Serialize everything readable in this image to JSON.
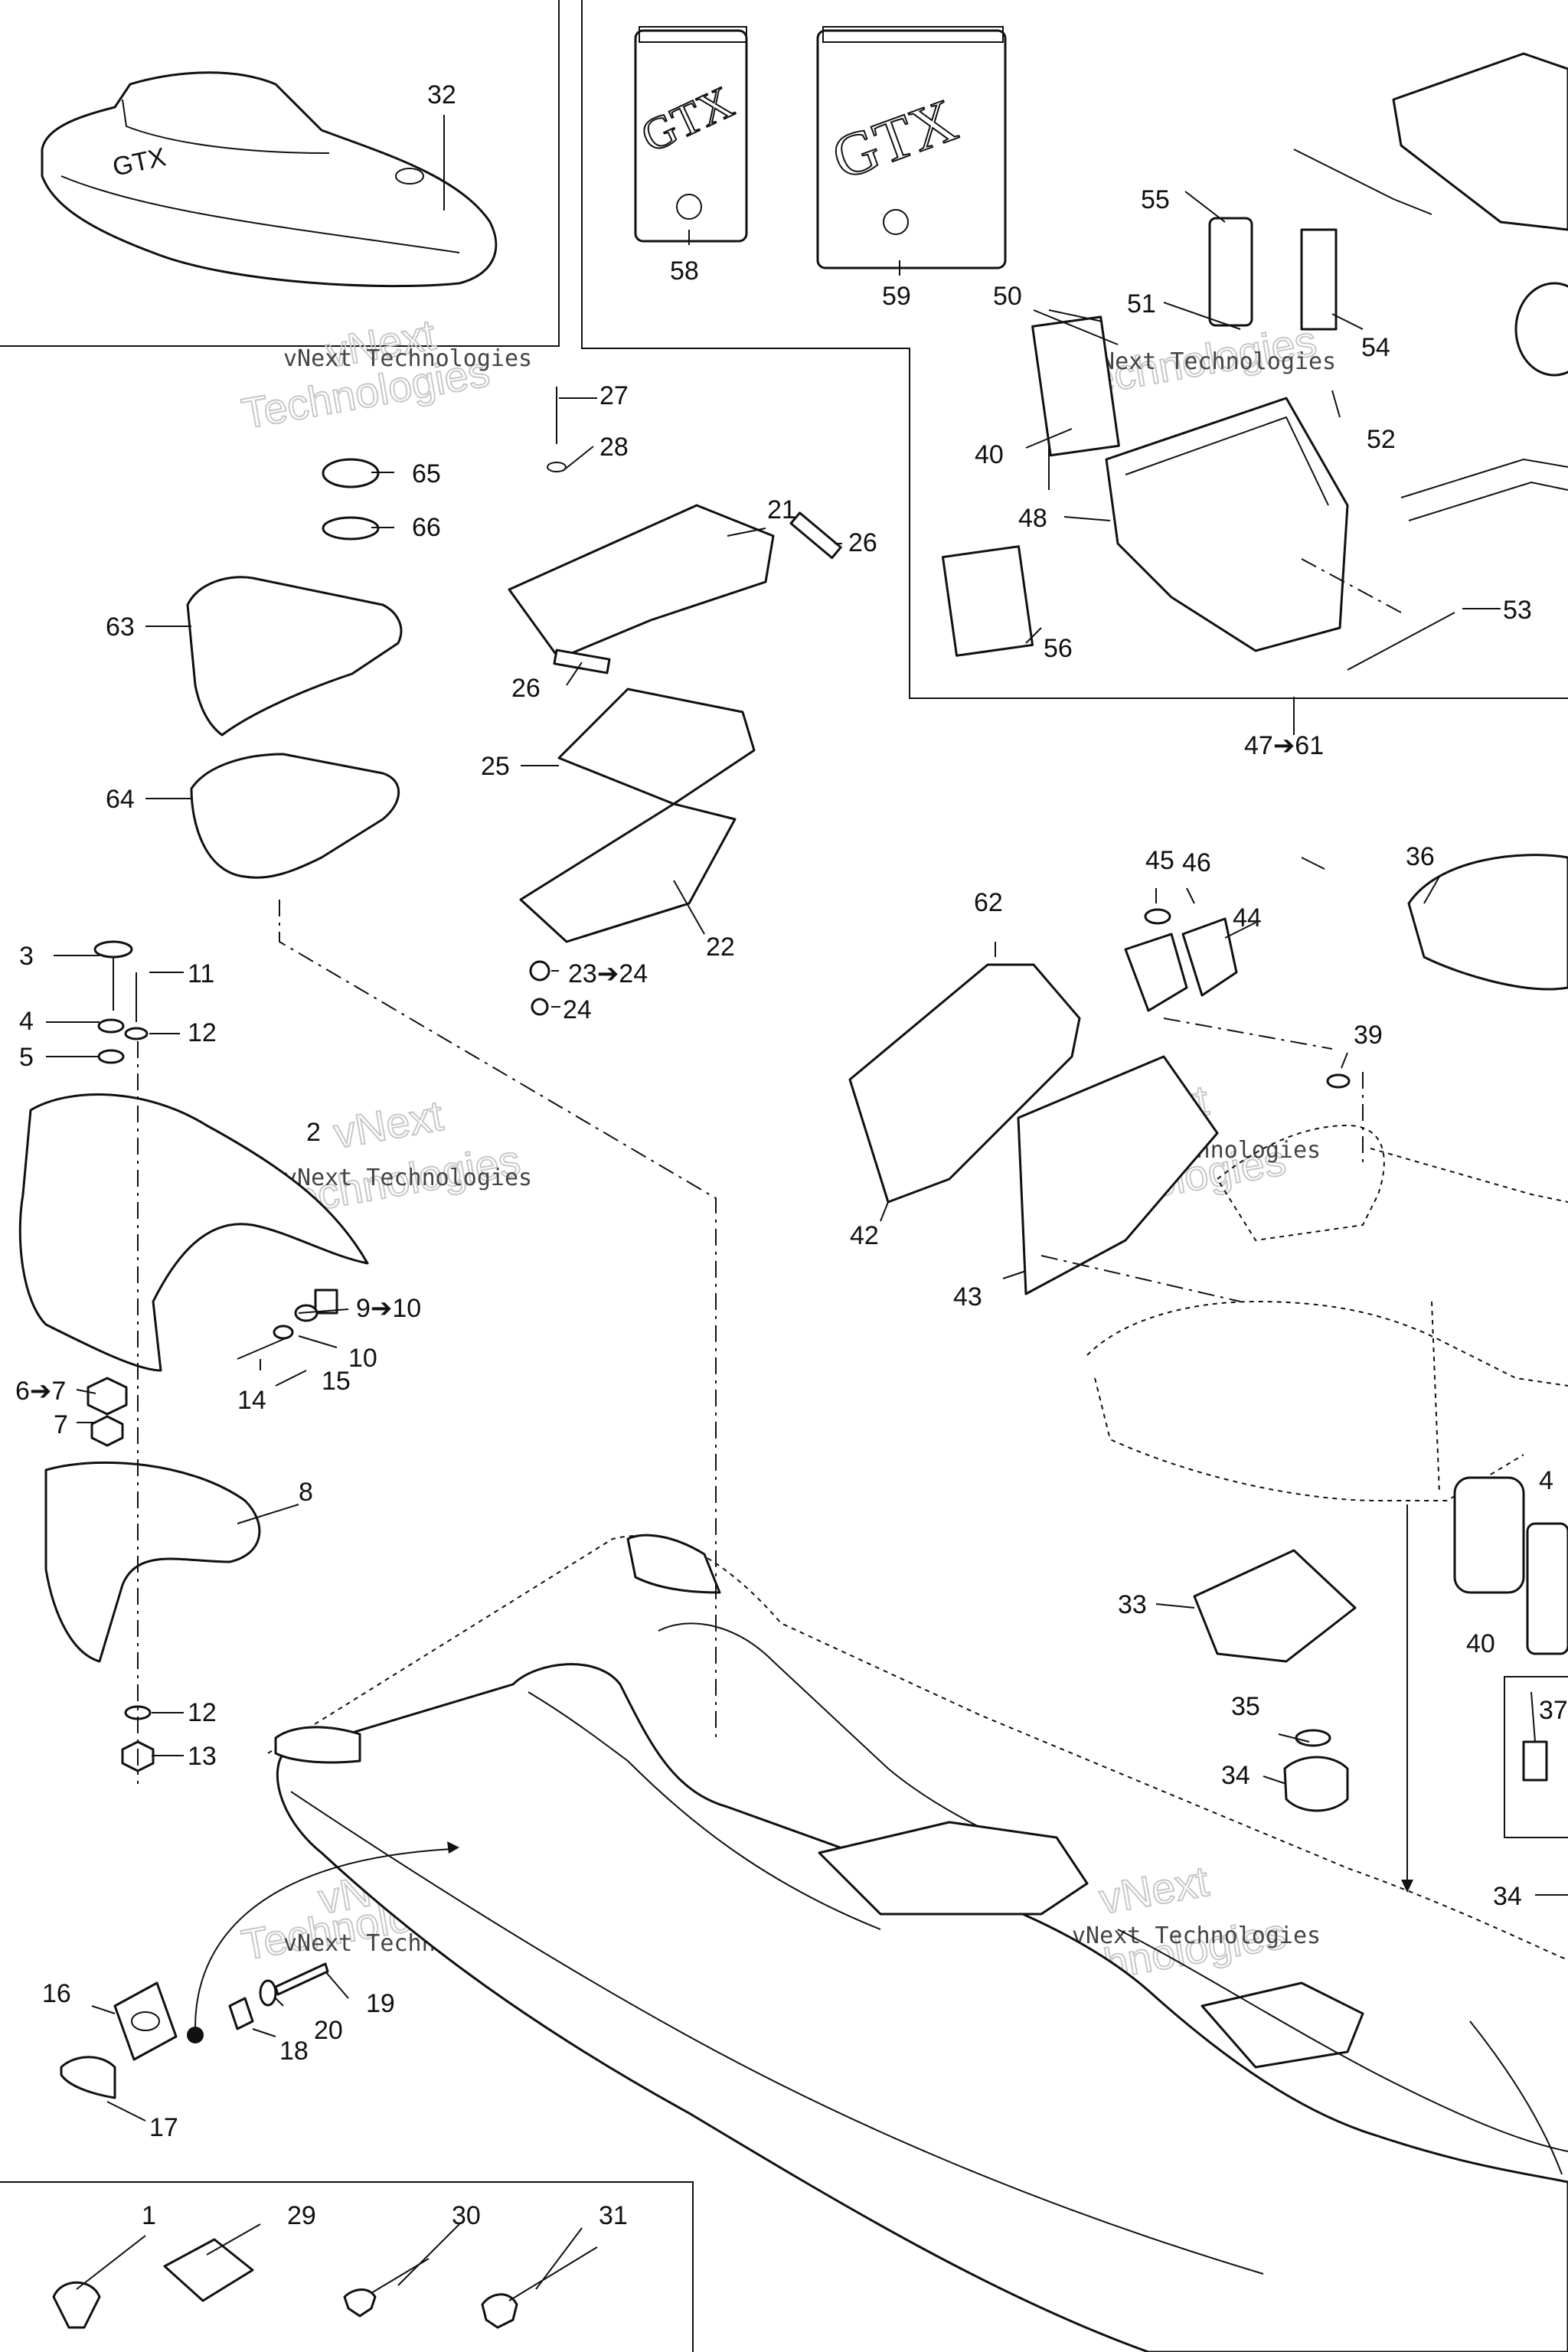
{
  "watermark": {
    "line1": "vNext Technologies",
    "line2": "vNext",
    "line3": "Technologies"
  },
  "callouts": [
    {
      "id": "c1",
      "text": "1"
    },
    {
      "id": "c2",
      "text": "2"
    },
    {
      "id": "c3",
      "text": "3"
    },
    {
      "id": "c4",
      "text": "4"
    },
    {
      "id": "c5",
      "text": "5"
    },
    {
      "id": "c6",
      "text": "6➔7"
    },
    {
      "id": "c7",
      "text": "7"
    },
    {
      "id": "c8",
      "text": "8"
    },
    {
      "id": "c9",
      "text": "9➔10"
    },
    {
      "id": "c10",
      "text": "10"
    },
    {
      "id": "c11",
      "text": "11"
    },
    {
      "id": "c12a",
      "text": "12"
    },
    {
      "id": "c12b",
      "text": "12"
    },
    {
      "id": "c13",
      "text": "13"
    },
    {
      "id": "c14",
      "text": "14"
    },
    {
      "id": "c15",
      "text": "15"
    },
    {
      "id": "c16",
      "text": "16"
    },
    {
      "id": "c17",
      "text": "17"
    },
    {
      "id": "c18",
      "text": "18"
    },
    {
      "id": "c19",
      "text": "19"
    },
    {
      "id": "c20",
      "text": "20"
    },
    {
      "id": "c21",
      "text": "21"
    },
    {
      "id": "c22",
      "text": "22"
    },
    {
      "id": "c23",
      "text": "23➔24"
    },
    {
      "id": "c24",
      "text": "24"
    },
    {
      "id": "c25",
      "text": "25"
    },
    {
      "id": "c26a",
      "text": "26"
    },
    {
      "id": "c26b",
      "text": "26"
    },
    {
      "id": "c27",
      "text": "27"
    },
    {
      "id": "c28",
      "text": "28"
    },
    {
      "id": "c29",
      "text": "29"
    },
    {
      "id": "c30",
      "text": "30"
    },
    {
      "id": "c31",
      "text": "31"
    },
    {
      "id": "c32",
      "text": "32"
    },
    {
      "id": "c33",
      "text": "33"
    },
    {
      "id": "c34a",
      "text": "34"
    },
    {
      "id": "c34b",
      "text": "34"
    },
    {
      "id": "c35",
      "text": "35"
    },
    {
      "id": "c36",
      "text": "36"
    },
    {
      "id": "c37",
      "text": "37"
    },
    {
      "id": "c39",
      "text": "39"
    },
    {
      "id": "c40a",
      "text": "40"
    },
    {
      "id": "c40b",
      "text": "40"
    },
    {
      "id": "c41",
      "text": "4"
    },
    {
      "id": "c42",
      "text": "42"
    },
    {
      "id": "c43",
      "text": "43"
    },
    {
      "id": "c44",
      "text": "44"
    },
    {
      "id": "c45",
      "text": "45"
    },
    {
      "id": "c46",
      "text": "46"
    },
    {
      "id": "c47",
      "text": "47➔61"
    },
    {
      "id": "c48",
      "text": "48"
    },
    {
      "id": "c50",
      "text": "50"
    },
    {
      "id": "c51",
      "text": "51"
    },
    {
      "id": "c52",
      "text": "52"
    },
    {
      "id": "c53",
      "text": "53"
    },
    {
      "id": "c54",
      "text": "54"
    },
    {
      "id": "c55",
      "text": "55"
    },
    {
      "id": "c56",
      "text": "56"
    },
    {
      "id": "c58",
      "text": "58"
    },
    {
      "id": "c59",
      "text": "59"
    },
    {
      "id": "c62",
      "text": "62"
    },
    {
      "id": "c63",
      "text": "63"
    },
    {
      "id": "c64",
      "text": "64"
    },
    {
      "id": "c65",
      "text": "65"
    },
    {
      "id": "c66",
      "text": "66"
    }
  ],
  "colors": {
    "line": "#111111",
    "background": "#ffffff",
    "watermark": "#c8c8c8"
  }
}
